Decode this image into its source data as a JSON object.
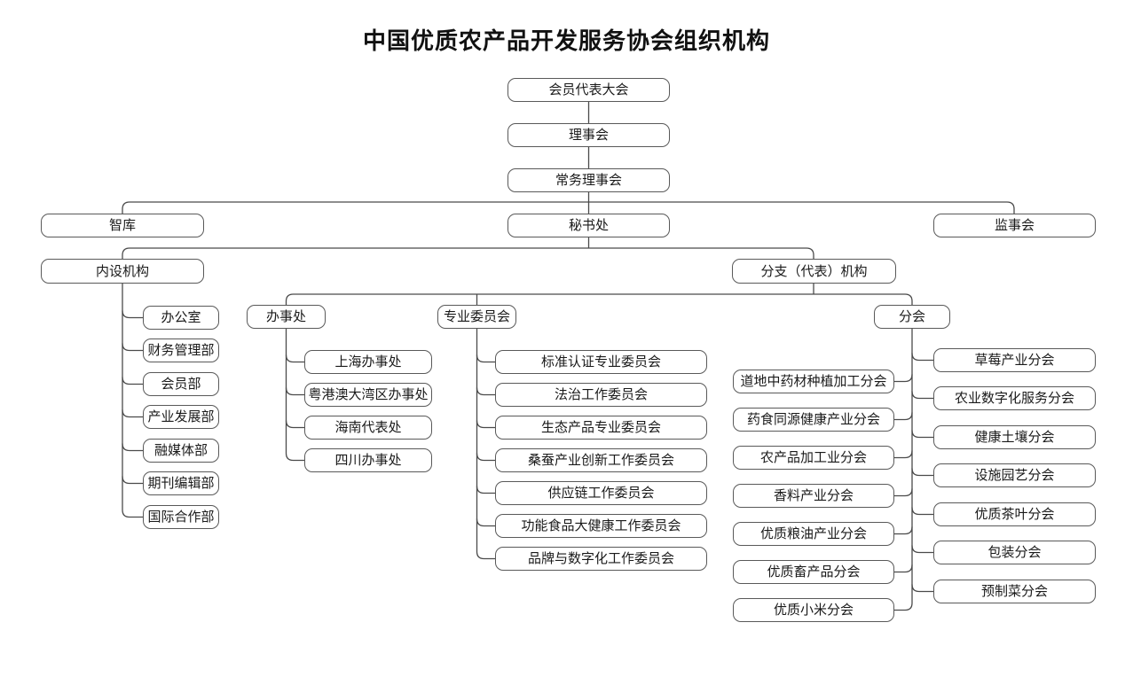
{
  "title": "中国优质农产品开发服务协会组织机构",
  "org": {
    "general_assembly": "会员代表大会",
    "council": "理事会",
    "standing_council": "常务理事会",
    "think_tank": "智库",
    "secretariat": "秘书处",
    "supervisory_board": "监事会",
    "internal_orgs": {
      "label": "内设机构",
      "children": [
        "办公室",
        "财务管理部",
        "会员部",
        "产业发展部",
        "融媒体部",
        "期刊编辑部",
        "国际合作部"
      ]
    },
    "branch_orgs": {
      "label": "分支（代表）机构"
    },
    "offices": {
      "label": "办事处",
      "children": [
        "上海办事处",
        "粤港澳大湾区办事处",
        "海南代表处",
        "四川办事处"
      ]
    },
    "committees": {
      "label": "专业委员会",
      "children": [
        "标准认证专业委员会",
        "法治工作委员会",
        "生态产品专业委员会",
        "桑蚕产业创新工作委员会",
        "供应链工作委员会",
        "功能食品大健康工作委员会",
        "品牌与数字化工作委员会"
      ]
    },
    "chapters": {
      "label": "分会",
      "left": [
        "道地中药材种植加工分会",
        "药食同源健康产业分会",
        "农产品加工业分会",
        "香料产业分会",
        "优质粮油产业分会",
        "优质畜产品分会",
        "优质小米分会"
      ],
      "right": [
        "草莓产业分会",
        "农业数字化服务分会",
        "健康土壤分会",
        "设施园艺分会",
        "优质茶叶分会",
        "包装分会",
        "预制菜分会"
      ]
    }
  },
  "colors": {
    "background": "#ffffff",
    "box_border": "#595959",
    "connector": "#4a4a4a",
    "text": "#1a1a1a"
  }
}
